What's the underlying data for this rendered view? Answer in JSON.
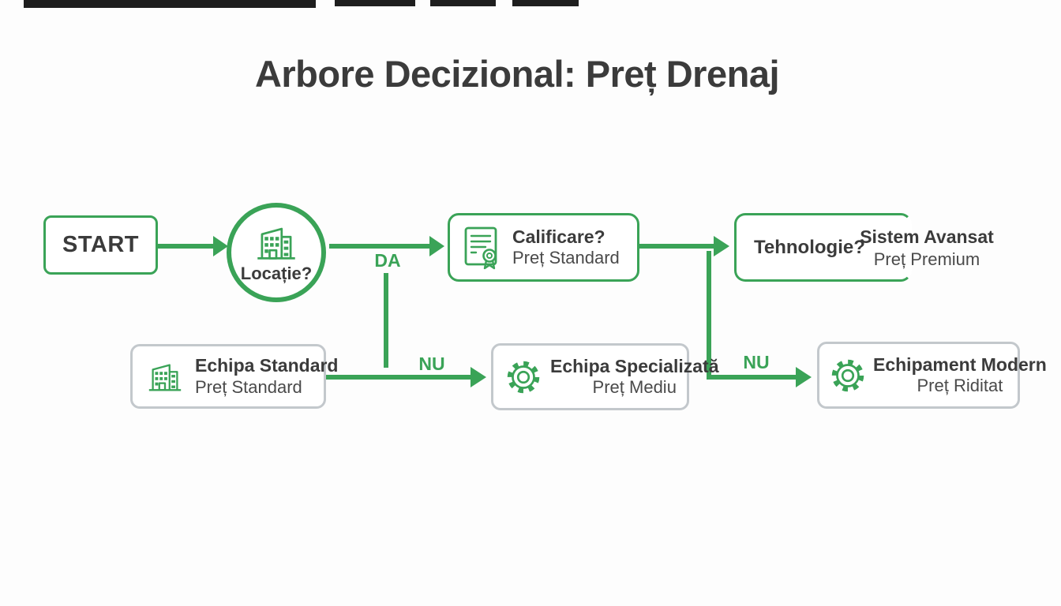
{
  "title": "Arbore Decizional: Preț Drenaj",
  "colors": {
    "green": "#3AA357",
    "dark_text": "#3B3B3B",
    "subtitle_text": "#4A4A4A",
    "grey_border": "#C3C8CC",
    "top_bar": "#1E1E1E"
  },
  "nodes": {
    "start": {
      "label": "START"
    },
    "location": {
      "label": "Locație?",
      "icon": "building-icon"
    },
    "calificare": {
      "title": "Calificare?",
      "subtitle": "Preț Standard",
      "icon": "certificate-icon"
    },
    "tehnologie": {
      "title": "Tehnologie?",
      "annex_title": "Sistem Avansat",
      "annex_subtitle": "Preț Premium"
    },
    "echipa_standard": {
      "title": "Echipa Standard",
      "subtitle": "Preț Standard",
      "icon": "building-icon"
    },
    "echipa_specializata": {
      "title": "Echipa Specializată",
      "subtitle": "Preț Mediu",
      "icon": "gear-icon"
    },
    "echipament_modern": {
      "title": "Echipament Modern",
      "subtitle": "Preț Riditat",
      "icon": "gear-icon"
    }
  },
  "edges": {
    "da": "DA",
    "nu_left": "NU",
    "nu_right": "NU"
  }
}
